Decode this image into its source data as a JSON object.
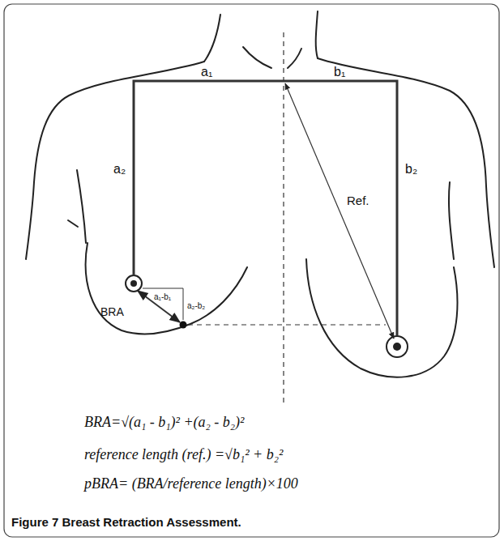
{
  "diagram": {
    "caption": "Figure 7 Breast Retraction Assessment.",
    "labels": [
      "a₁",
      "b₁",
      "a₂",
      "b₂",
      "Ref.",
      "a₁-b₁",
      "a₂-b₂",
      "BRA",
      "BRA=√(a₁ - b₁)² +(a₂ - b₂)²",
      "reference length (ref.) =√b₁² + b₂²",
      "pBRA= (BRA/reference length)×100"
    ]
  }
}
